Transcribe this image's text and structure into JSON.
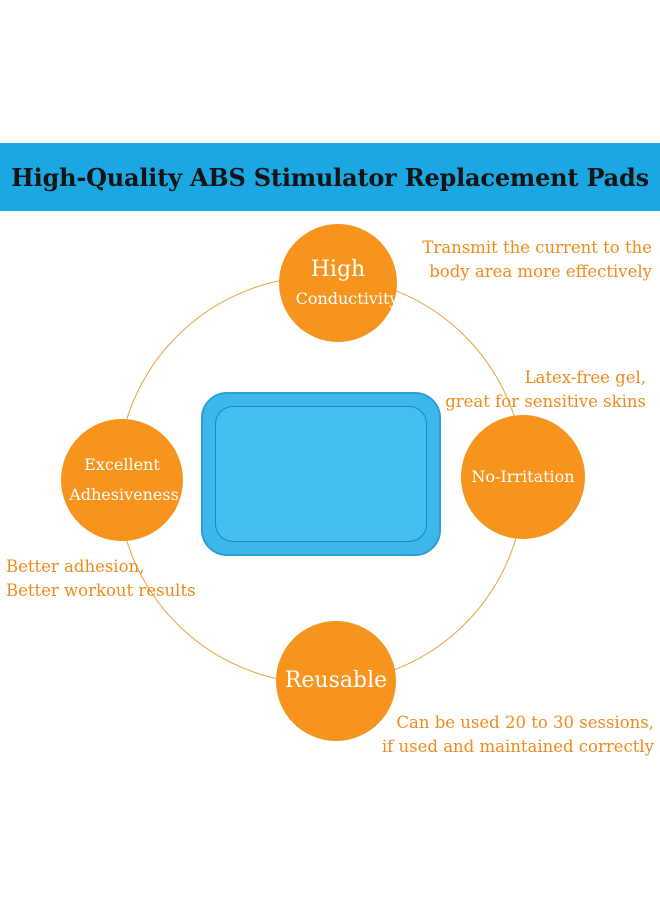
{
  "banner": {
    "title": "High-Quality ABS Stimulator Replacement Pads"
  },
  "features": {
    "top": {
      "line1": "High",
      "line2": "Conductivity"
    },
    "left": {
      "line1": "Excellent",
      "line2": "Adhesiveness"
    },
    "right": {
      "line1": "No-Irritation"
    },
    "bottom": {
      "line1": "Reusable"
    }
  },
  "notes": {
    "top": [
      "Transmit the current to the",
      "body area more effectively"
    ],
    "right": [
      "Latex-free gel,",
      "great for sensitive skins"
    ],
    "left": [
      "Better adhesion,",
      "Better workout results"
    ],
    "bottom": [
      "Can be used 20 to 30 sessions,",
      "if used and maintained correctly"
    ]
  },
  "colors": {
    "banner": "#1aa7e2",
    "accent": "#f7941d",
    "note_text": "#f08a1c",
    "pad": "#3cb6eb"
  }
}
